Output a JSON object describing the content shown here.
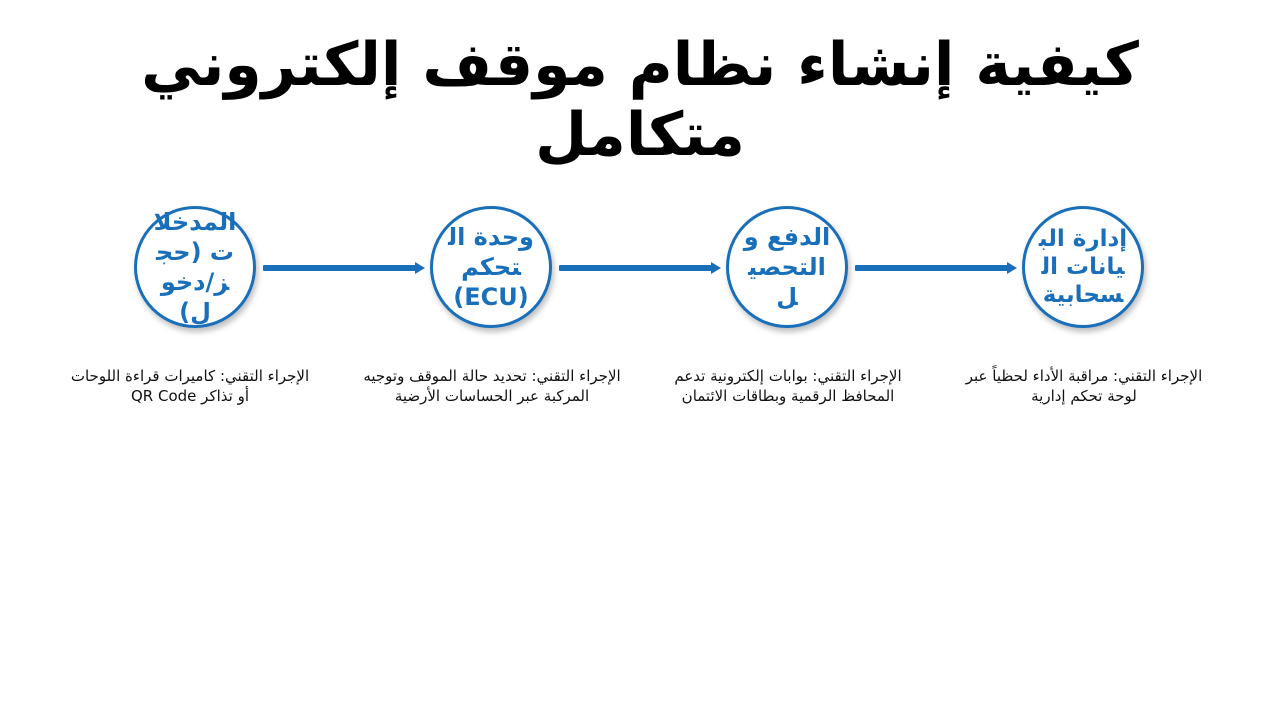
{
  "title": "كيفية إنشاء نظام موقف إلكتروني متكامل",
  "steps": [
    {
      "label": "المدخلات (حجز/دخول)",
      "description": "الإجراء التقني: كاميرات قراءة اللوحات أو تذاكر QR Code"
    },
    {
      "label": "وحدة التحكم (ECU)",
      "description": "الإجراء التقني: تحديد حالة الموقف وتوجيه المركبة عبر الحساسات الأرضية"
    },
    {
      "label": "الدفع والتحصيل",
      "description": "الإجراء التقني: بوابات إلكترونية تدعم المحافظ الرقمية وبطاقات الائتمان"
    },
    {
      "label": "إدارة البيانات السحابية",
      "description": "الإجراء التقني: مراقبة الأداء لحظياً عبر لوحة تحكم إدارية"
    }
  ],
  "colors": {
    "accent": "#1a6fba",
    "text": "#000000"
  }
}
